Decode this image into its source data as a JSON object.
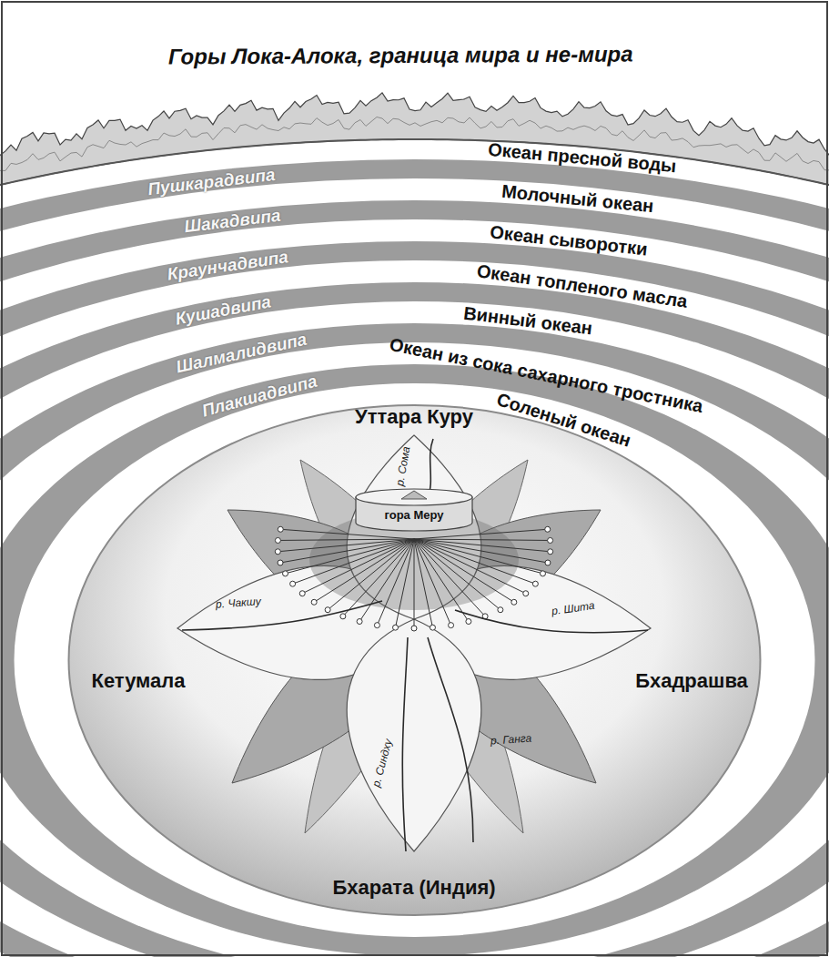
{
  "diagram": {
    "nodes": [
      {
        "text": [
          "гора Меру"
        ]
      }
    ],
    "labels": [
      "Горы Лока-Алока, граница мира и не-мира",
      "Океан пресной воды",
      "Пушкарадвипа",
      "Молочный океан",
      "Шакадвипа",
      "Океан сыворотки",
      "Краунчадвипа",
      "Океан топленого масла",
      "Кушадвипа",
      "Винный океан",
      "Шалмалидвипа",
      "Океан из сока сахарного тростника",
      "Плакшадвипа",
      "Соленый океан",
      "Уттара Куру",
      "р. Сома",
      "р. Чакшу",
      "р. Шита",
      "Кетумала",
      "Бхадрашва",
      "р. Синдху",
      "р. Ганга",
      "Бхарата (Индия)"
    ]
  }
}
